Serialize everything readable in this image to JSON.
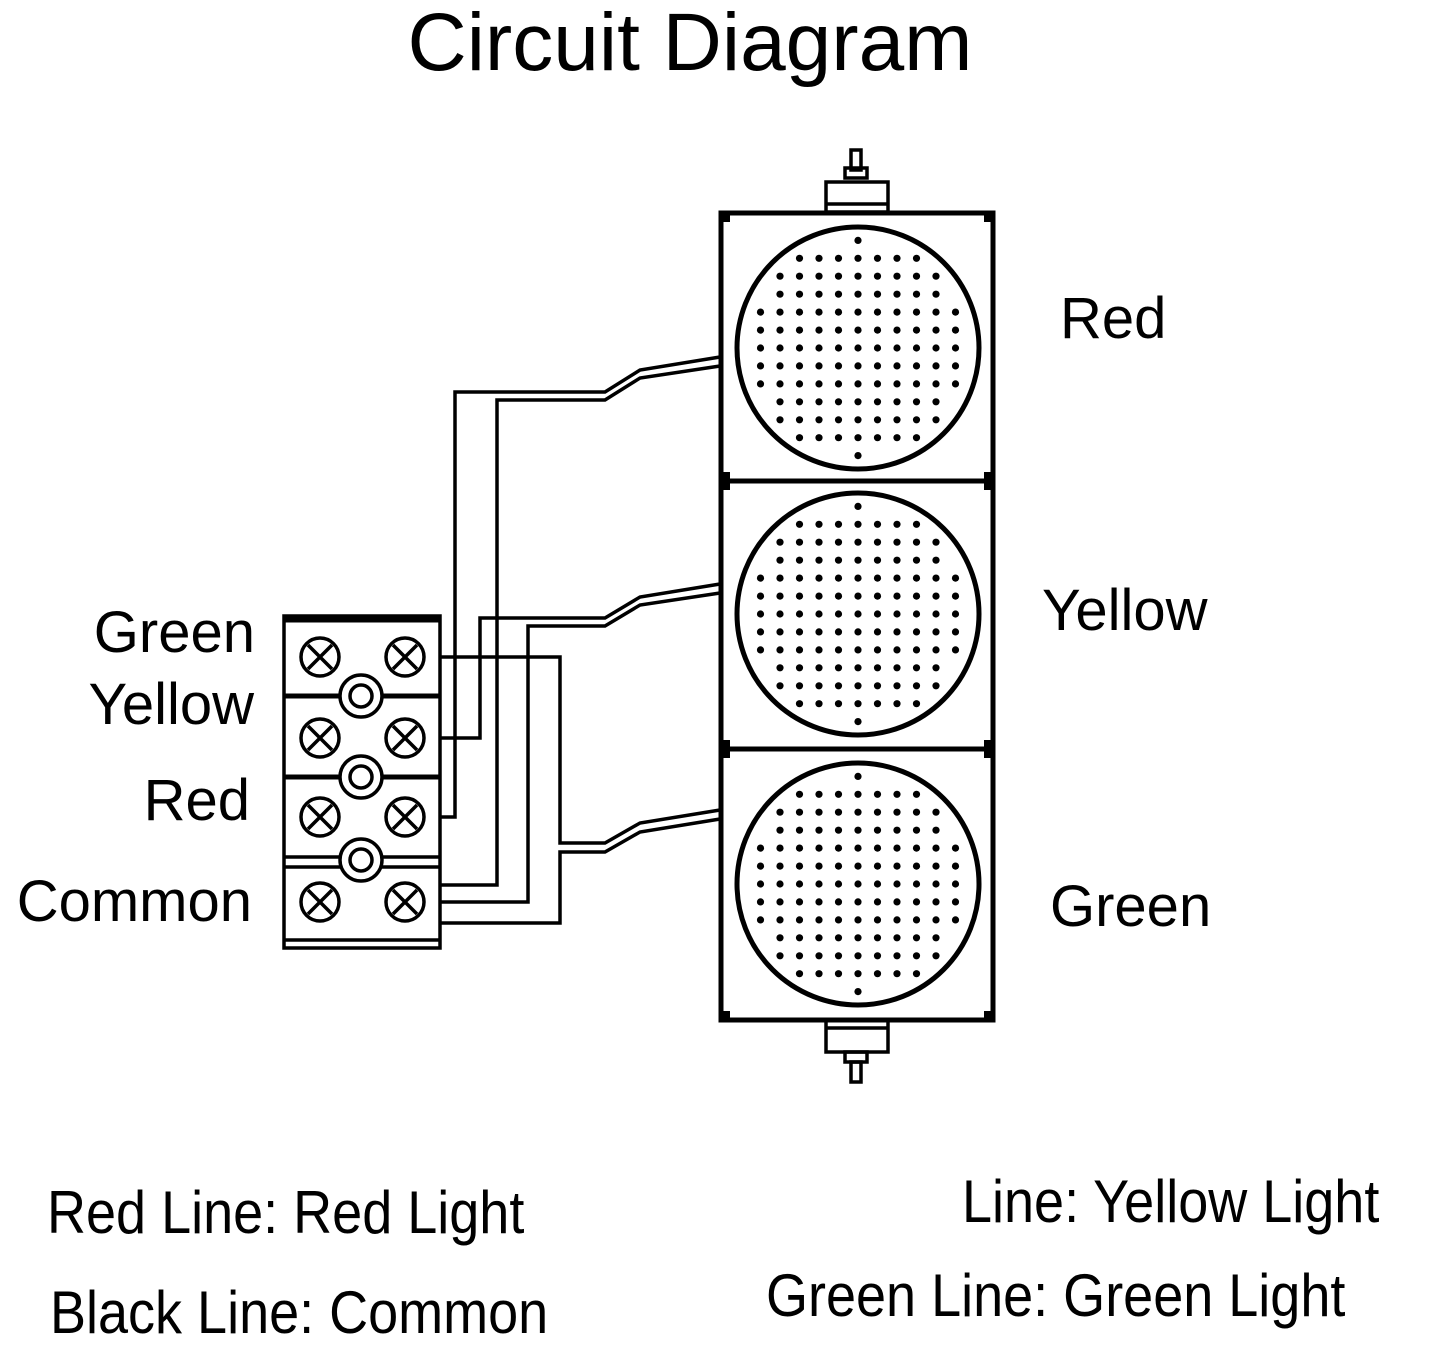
{
  "title": "Circuit Diagram",
  "lamp_labels": {
    "red": "Red",
    "yellow": "Yellow",
    "green": "Green"
  },
  "terminal_labels": {
    "green": "Green",
    "yellow": "Yellow",
    "red": "Red",
    "common": "Common"
  },
  "legend": {
    "red_line": "Red Line: Red Light",
    "black_line": "Black Line: Common",
    "yellow_line": "Line: Yellow Light",
    "green_line": "Green Line: Green Light"
  },
  "colors": {
    "line": "#000000",
    "background": "#ffffff"
  }
}
